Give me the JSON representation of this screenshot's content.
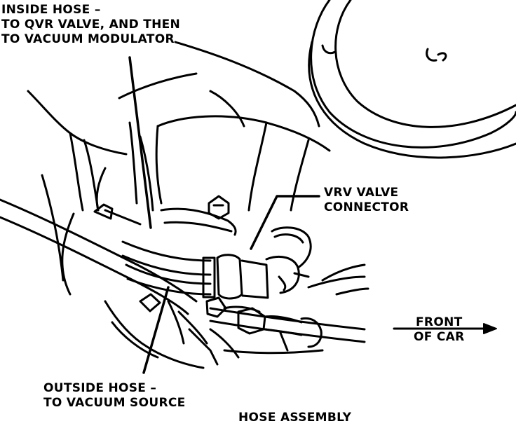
{
  "caption": "HOSE ASSEMBLY",
  "labels": {
    "inside_hose": [
      "INSIDE HOSE –",
      "TO QVR VALVE, AND THEN",
      "TO VACUUM MODULATOR"
    ],
    "vrv_connector": [
      "VRV VALVE",
      "CONNECTOR"
    ],
    "front_of_car": [
      "FRONT",
      "OF CAR"
    ],
    "outside_hose": [
      "OUTSIDE HOSE –",
      "TO VACUUM SOURCE"
    ]
  },
  "colors": {
    "ink": "#000000",
    "paper": "#ffffff"
  }
}
